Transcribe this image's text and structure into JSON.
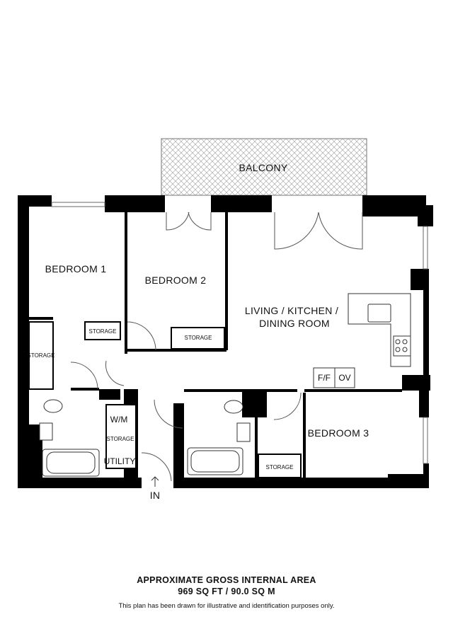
{
  "rooms": {
    "balcony": "BALCONY",
    "bedroom1": "BEDROOM 1",
    "bedroom2": "BEDROOM 2",
    "bedroom3": "BEDROOM 3",
    "living_line1": "LIVING / KITCHEN /",
    "living_line2": "DINING ROOM",
    "storage": "STORAGE",
    "wm": "W/M",
    "utility": "UTILITY",
    "ff": "F/F",
    "ov": "OV",
    "entrance": "IN"
  },
  "area": {
    "title": "APPROXIMATE GROSS INTERNAL AREA",
    "value": "969 SQ FT / 90.0 SQ M",
    "disclaimer": "This plan has been drawn for illustrative and identification purposes only."
  }
}
